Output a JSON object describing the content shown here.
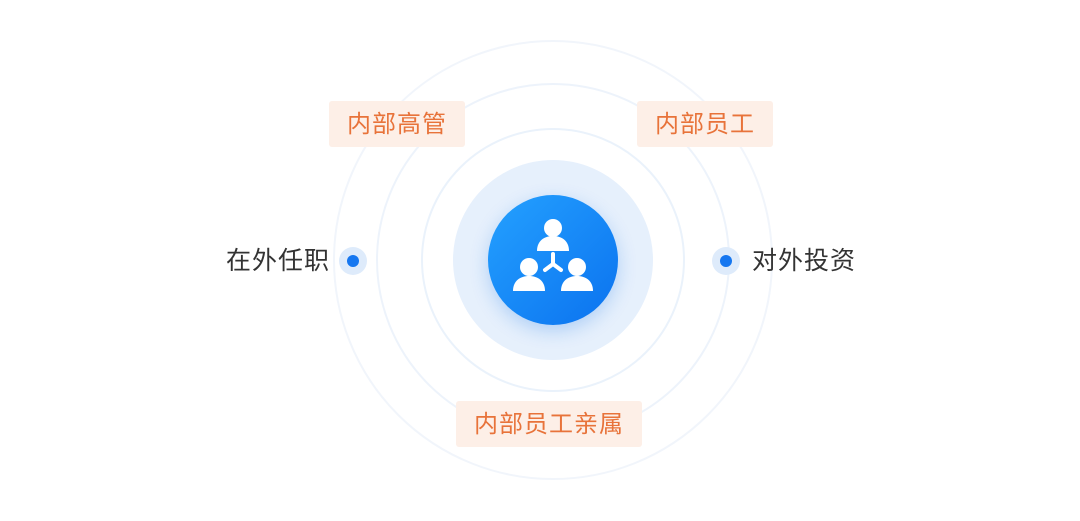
{
  "diagram": {
    "center": {
      "icon": "people-network-icon"
    },
    "tags": {
      "top_left": "内部高管",
      "top_right": "内部员工",
      "bottom": "内部员工亲属"
    },
    "nodes": {
      "left": "在外任职",
      "right": "对外投资"
    },
    "colors": {
      "hub_start": "#24a1ff",
      "hub_end": "#0b72ef",
      "tag_bg": "#fdefe7",
      "tag_text": "#e8733a",
      "dot": "#1677f0",
      "dot_halo": "#deebfb",
      "label_text": "#333333"
    }
  }
}
